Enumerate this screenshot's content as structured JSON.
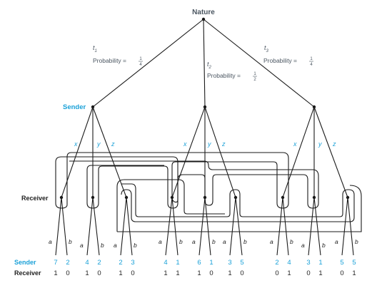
{
  "nature_label": "Nature",
  "sender_label": "Sender",
  "receiver_label": "Receiver",
  "types": [
    {
      "name": "t",
      "sub": "1",
      "prob_text": "Probability =",
      "num": "1",
      "den": "4"
    },
    {
      "name": "t",
      "sub": "2",
      "prob_text": "Probability =",
      "num": "1",
      "den": "2"
    },
    {
      "name": "t",
      "sub": "3",
      "prob_text": "Probability =",
      "num": "1",
      "den": "4"
    }
  ],
  "messages": [
    "x",
    "y",
    "z"
  ],
  "responses": [
    "a",
    "b"
  ],
  "payoffs_row_label_sender": "Sender",
  "payoffs_row_label_receiver": "Receiver",
  "sender_payoffs": [
    "7",
    "2",
    "4",
    "2",
    "2",
    "3",
    "4",
    "1",
    "6",
    "1",
    "3",
    "5",
    "2",
    "4",
    "3",
    "1",
    "5",
    "5"
  ],
  "receiver_payoffs": [
    "1",
    "0",
    "1",
    "0",
    "1",
    "0",
    "1",
    "1",
    "1",
    "0",
    "1",
    "0",
    "0",
    "1",
    "0",
    "1",
    "0",
    "1"
  ],
  "colors": {
    "accent": "#1ba1d8",
    "text": "#4a5560",
    "line": "#1a1a1a"
  }
}
